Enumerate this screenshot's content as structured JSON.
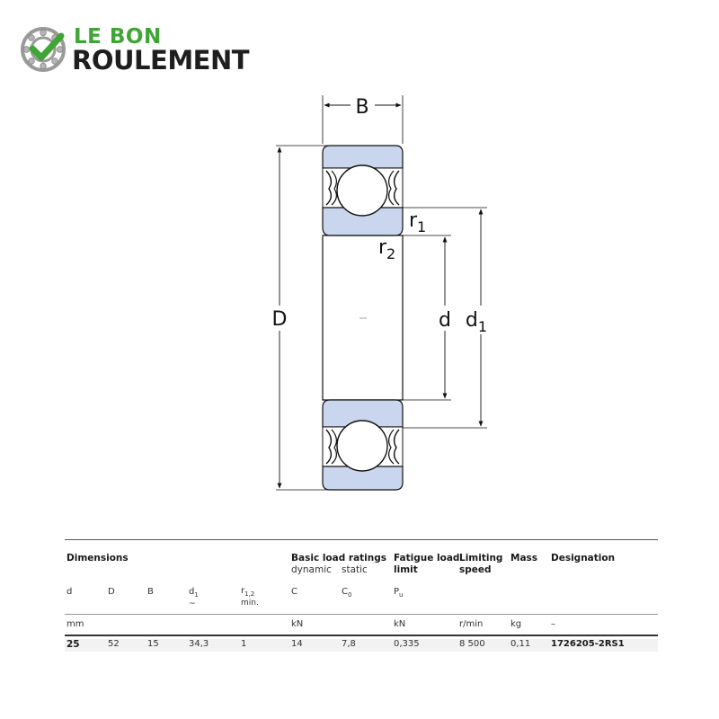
{
  "brand": {
    "line1": "LE BON",
    "line2": "ROULEMENT",
    "green": "#3fa535",
    "dark": "#1e1e1e"
  },
  "drawing": {
    "labels": {
      "B": "B",
      "D": "D",
      "d": "d",
      "d1": "d",
      "d1_sub": "1",
      "r1": "r",
      "r1_sub": "1",
      "r2": "r",
      "r2_sub": "2"
    },
    "ring_color": "#c9d6ee"
  },
  "table": {
    "headers": {
      "dimensions": "Dimensions",
      "basic_load": "Basic load ratings",
      "dynamic": "dynamic",
      "static": "static",
      "fatigue1": "Fatigue load",
      "fatigue2": "limit",
      "limiting1": "Limiting",
      "limiting2": "speed",
      "mass": "Mass",
      "designation": "Designation"
    },
    "symbols": {
      "d": "d",
      "D": "D",
      "B": "B",
      "d1": "d",
      "d1_sub": "1",
      "d1_tilde": "~",
      "r12": "r",
      "r12_sub": "1,2",
      "r12_min": "min.",
      "C": "C",
      "C0": "C",
      "C0_sub": "0",
      "Pu": "P",
      "Pu_sub": "u"
    },
    "units": {
      "mm": "mm",
      "kN1": "kN",
      "kN2": "kN",
      "rmin": "r/min",
      "kg": "kg",
      "dash": "–"
    },
    "row": {
      "d": "25",
      "D": "52",
      "B": "15",
      "d1": "34,3",
      "r12": "1",
      "C": "14",
      "C0": "7,8",
      "Pu": "0,335",
      "speed": "8 500",
      "mass": "0,11",
      "designation": "1726205-2RS1"
    }
  }
}
